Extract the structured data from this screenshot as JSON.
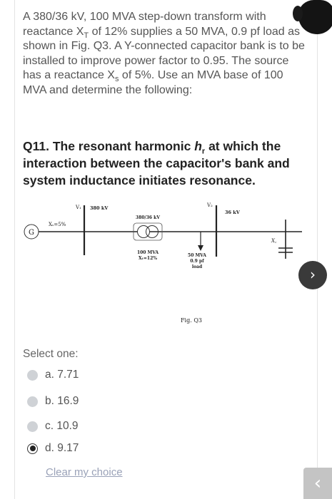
{
  "question": {
    "intro_parts": {
      "p1": "A 380/36 kV, 100 MVA step-down transform with reactance X",
      "sub_t": "T",
      "p2": " of 12% supplies a 50 MVA, 0.9 pf load as shown in Fig. Q3. A Y-connected capacitor bank is to be installed to improve power factor to 0.95. The source has a reactance X",
      "sub_s": "s",
      "p3": " of 5%. Use an MVA base of 100 MVA and determine the following:"
    },
    "title_parts": {
      "p1": "Q11. The resonant harmonic ",
      "var": "h",
      "sub": "r",
      "p2": " at which the interaction between the capacitor's bank and system inductance initiates resonance."
    }
  },
  "figure": {
    "source_label": "G",
    "xs_label": "Xₛ=5%",
    "v1_label": "V₁",
    "bus1_voltage": "380 kV",
    "transformer_ratio": "380/36 kV",
    "transformer_rating": "100 MVA",
    "transformer_reactance": "Xₜ=12%",
    "v2_label": "V₂",
    "bus2_voltage": "36 kV",
    "load_mva": "50 MVA",
    "load_pf": "0.9 pf",
    "load_word": "load",
    "xc_label": "X꜀",
    "caption": "Fig. Q3"
  },
  "answer": {
    "select_label": "Select one:",
    "options": [
      {
        "letter": "a.",
        "value": "7.71",
        "checked": false
      },
      {
        "letter": "b.",
        "value": "16.9",
        "checked": false
      },
      {
        "letter": "c.",
        "value": "10.9",
        "checked": false
      },
      {
        "letter": "d.",
        "value": "9.17",
        "checked": true
      }
    ],
    "clear_label": "Clear my choice"
  },
  "nav": {
    "next_symbol": "›",
    "corner_symbol": "‹"
  }
}
